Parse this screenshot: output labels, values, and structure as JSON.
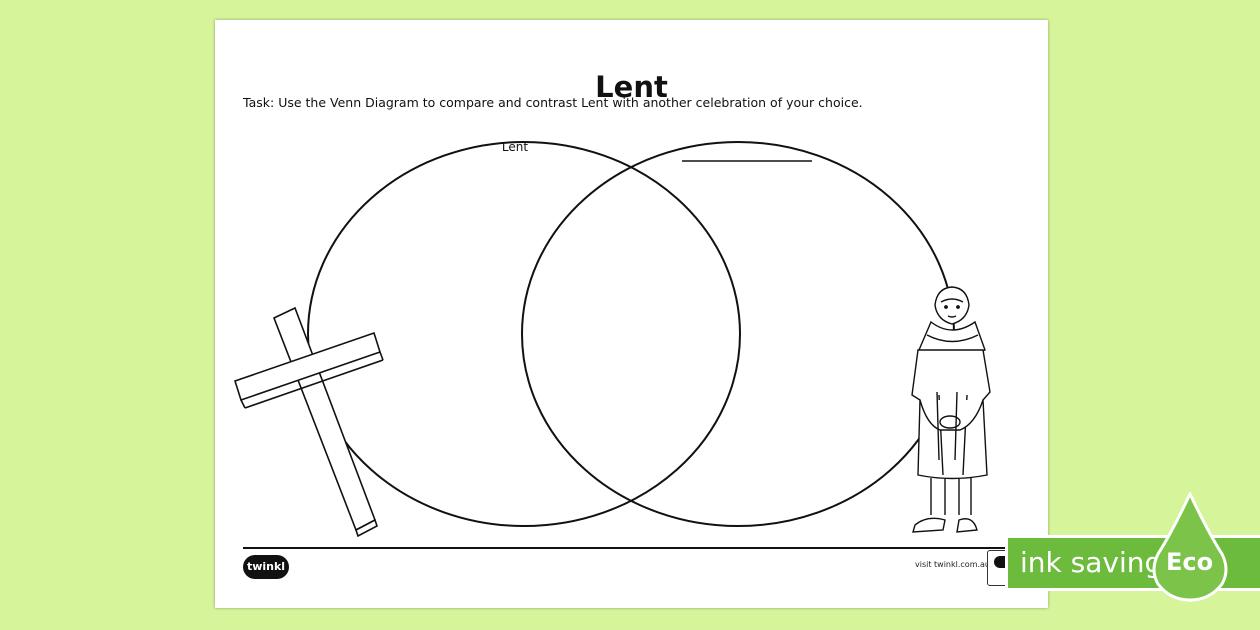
{
  "worksheet": {
    "title": "Lent",
    "task_label": "Task:",
    "task_text": "Use the Venn Diagram to compare and contrast Lent with another celebration of your choice.",
    "left_circle_label": "Lent",
    "footer_logo": "twinkl",
    "footer_url": "visit twinkl.com.au"
  },
  "eco_badge": {
    "label": "ink saving",
    "eco_label": "Eco",
    "bar_color": "#6dbb3c"
  },
  "colors": {
    "background": "#d6f59a",
    "ink": "#111111"
  },
  "icons": [
    "cross-illustration",
    "monk-figure-illustration",
    "eco-drop-icon",
    "twinkl-logo"
  ]
}
